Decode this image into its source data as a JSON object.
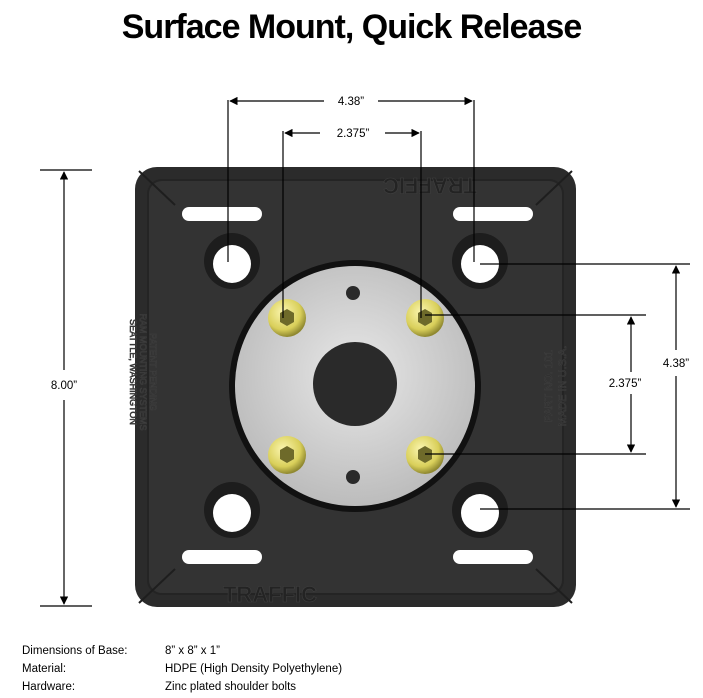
{
  "title": "Surface Mount, Quick Release",
  "dimensions": {
    "top_width": "4.38”",
    "top_inner": "2.375”",
    "left_height": "8.00”",
    "right_outer": "4.38”",
    "right_inner": "2.375”"
  },
  "plate": {
    "brand_top": "TRAFFIC",
    "brand_bottom": "TRAFFIC",
    "right_text_1": "PART NO. 101",
    "right_text_2": "MADE IN U.S.A.",
    "left_text_1": "PATENT PENDING",
    "left_text_2": "RAM MOUNTING SYSTEMS",
    "left_text_3": "SEATTLE, WASHINGTON"
  },
  "specs": [
    {
      "label": "Dimensions of Base:",
      "value": "8” x 8” x 1”"
    },
    {
      "label": "Material:",
      "value": "HDPE (High Density Polyethylene)"
    },
    {
      "label": "Hardware:",
      "value": "Zinc plated shoulder bolts"
    }
  ],
  "colors": {
    "plate": "#2a2a2a",
    "plate_edge": "#3a3a3a",
    "disc": "#d8d8d8",
    "bolt": "#e8e070",
    "line": "#000000"
  }
}
